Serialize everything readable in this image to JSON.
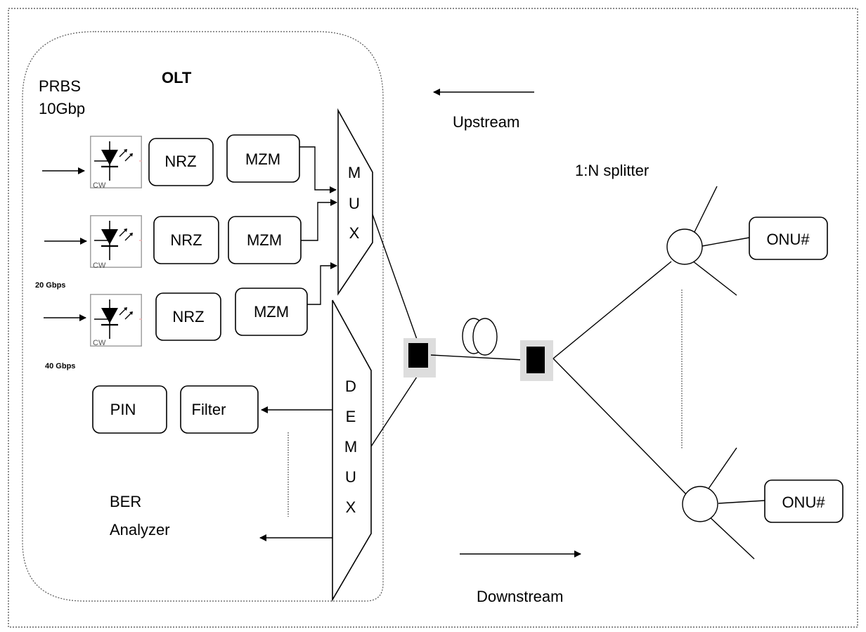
{
  "olt_title": "OLT",
  "source": {
    "line1": "PRBS",
    "line2": "10Gbp"
  },
  "rate_labels": [
    "20 Gbps",
    "40 Gbps"
  ],
  "cw_label": "CW",
  "nrz_label": "NRZ",
  "mzm_label": "MZM",
  "mux_letters": [
    "M",
    "U",
    "X"
  ],
  "demux_letters": [
    "D",
    "E",
    "M",
    "U",
    "X"
  ],
  "pin_label": "PIN",
  "filter_label": "Filter",
  "ber": {
    "line1": "BER",
    "line2": "Analyzer"
  },
  "upstream_label": "Upstream",
  "downstream_label": "Downstream",
  "splitter_label": "1:N splitter",
  "onu_label": "ONU#"
}
